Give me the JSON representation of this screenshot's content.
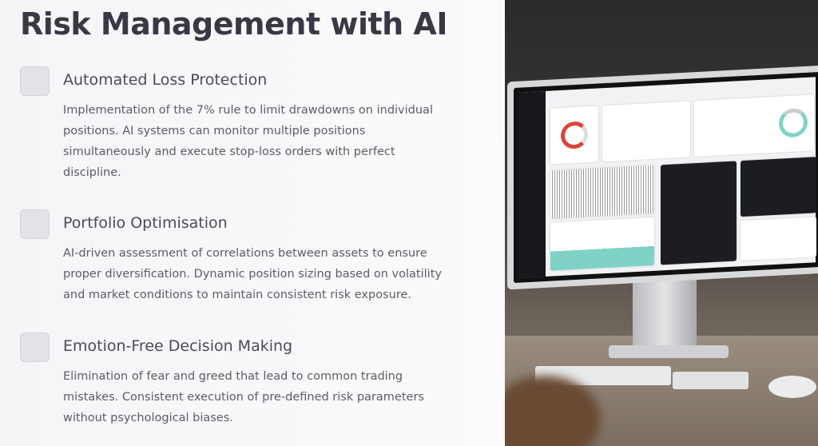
{
  "title": "Risk Management with AI",
  "sections": [
    {
      "heading": "Automated Loss Protection",
      "body": "Implementation of the 7% rule to limit drawdowns on individual positions. AI systems can monitor multiple positions simultaneously and execute stop-loss orders with perfect discipline."
    },
    {
      "heading": "Portfolio Optimisation",
      "body": "AI-driven assessment of correlations between assets to ensure proper diversification. Dynamic position sizing based on volatility and market conditions to maintain consistent risk exposure."
    },
    {
      "heading": "Emotion-Free Decision Making",
      "body": "Elimination of fear and greed that lead to common trading mistakes. Consistent execution of pre-defined risk parameters without psychological biases."
    }
  ],
  "colors": {
    "title": "#383944",
    "checkbox": "#e2e3e8",
    "accent_red": "#d9463a",
    "chart_teal": "#7fd3c6"
  }
}
